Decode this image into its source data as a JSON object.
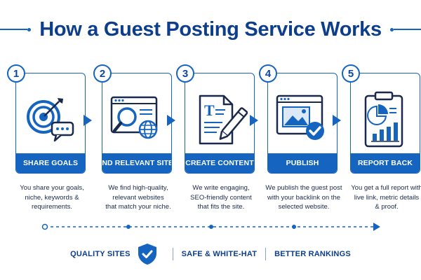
{
  "title": "How a Guest Posting Service Works",
  "steps": [
    {
      "number": "1",
      "label": "SHARE GOALS",
      "icon": "target-chat-icon",
      "desc_lines": [
        "You share your goals,",
        "niche, keywords &",
        "requirements."
      ]
    },
    {
      "number": "2",
      "label": "FIND RELEVANT SITES",
      "icon": "browser-search-icon",
      "desc_lines": [
        "We find high-quality,",
        "relevant websites",
        "that match your niche."
      ]
    },
    {
      "number": "3",
      "label": "CREATE CONTENT",
      "icon": "document-pen-icon",
      "desc_lines": [
        "We write engaging,",
        "SEO-friendly content",
        "that fits the site."
      ]
    },
    {
      "number": "4",
      "label": "PUBLISH",
      "icon": "browser-check-icon",
      "desc_lines": [
        "We publish the guest post",
        "with your backlink on the",
        "selected website."
      ]
    },
    {
      "number": "5",
      "label": "REPORT BACK",
      "icon": "clipboard-chart-icon",
      "desc_lines": [
        "You get a full report with",
        "live link, metric details",
        "& proof."
      ]
    }
  ],
  "badges": {
    "quality": "QUALITY SITES",
    "safe": "SAFE & WHITE-HAT",
    "rankings": "BETTER RANKINGS"
  },
  "colors": {
    "primary": "#1565c0",
    "title": "#0d3e8c",
    "text": "#1b2a4a"
  }
}
